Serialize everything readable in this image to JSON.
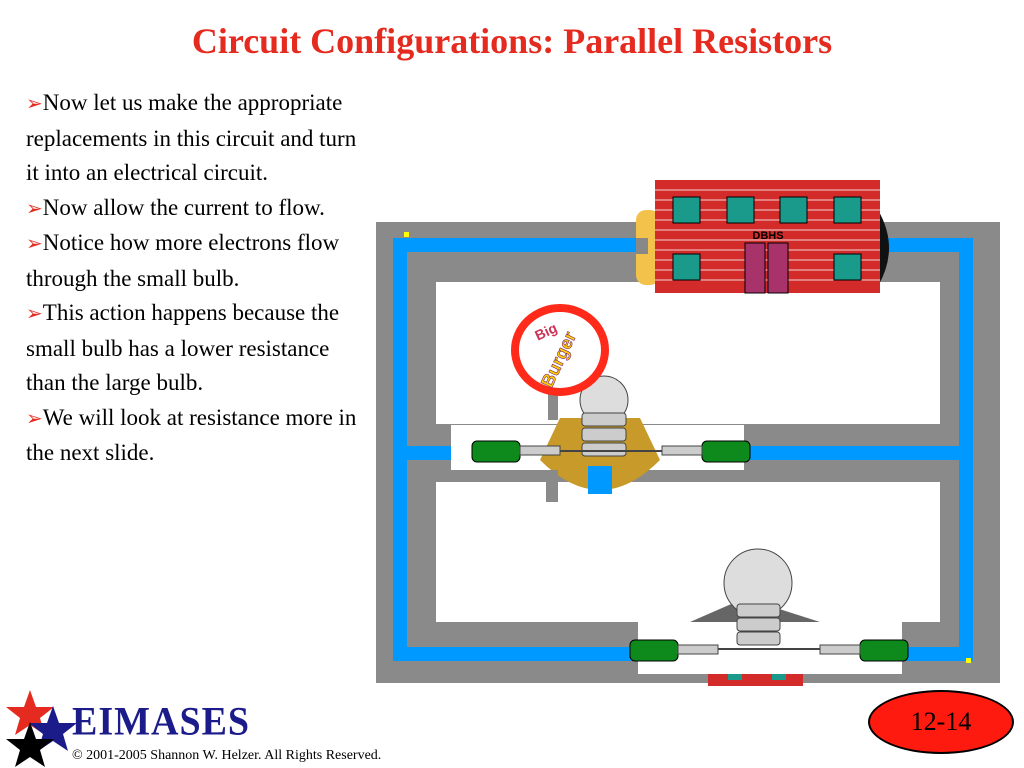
{
  "slide": {
    "title": "Circuit Configurations:  Parallel Resistors",
    "bullets": [
      "Now let us make the appropriate replacements in this circuit and turn it into an electrical circuit.",
      "Now allow the current to flow.",
      "Notice how more electrons flow through the small bulb.",
      "This action happens because the small bulb has a lower resistance than the large bulb.",
      "We will look at resistance more in the next slide."
    ],
    "bullet_icon": "arrow-right-icon"
  },
  "scene": {
    "school_sign": "DBHS",
    "burger_sign_top": "Big",
    "burger_sign_bottom": "Burger"
  },
  "footer": {
    "logo_text": "EIMASES",
    "copyright": "© 2001-2005 Shannon W. Helzer.  All Rights Reserved.",
    "page_number": "12-14"
  },
  "colors": {
    "title": "#e52a1f",
    "wire": "#0099ff",
    "road": "#8a8a8a",
    "brick": "#d32a2a",
    "badge": "#ff1a10"
  }
}
